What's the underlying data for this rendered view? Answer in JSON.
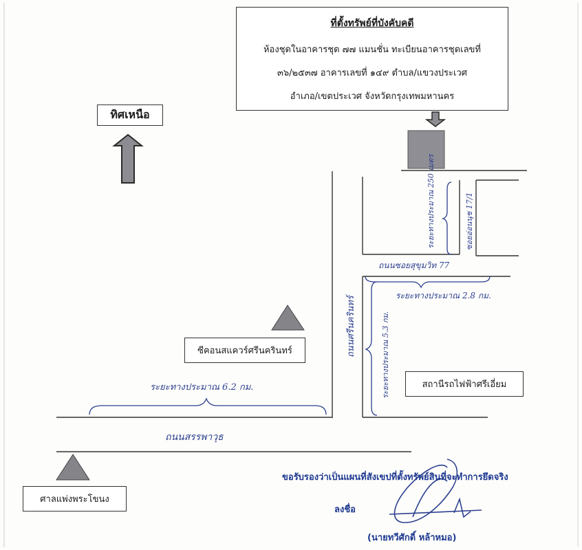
{
  "property_box": {
    "title": "ที่ตั้งทรัพย์ที่บังคับคดี",
    "line1": "ห้องชุดในอาคารชุด ๗๗ แมนชั่น  ทะเบียนอาคารชุดเลขที่",
    "line2": "๓๖/๒๕๓๗  อาคารเลขที่ ๑๔๙  ตำบล/แขวงประเวศ",
    "line3": "อำเภอ/เขตประเวศ  จังหวัดกรุงเทพมหานคร"
  },
  "north_label": "ทิศเหนือ",
  "landmarks": {
    "seacon": "ซีคอนสแควร์ศรีนครินทร์",
    "station": "สถานีรถไฟฟ้าศรีเอี่ยม",
    "court": "ศาลแพ่งพระโขนง"
  },
  "handwriting": {
    "srinagarindra_road": "ถนนศรีนครินทร์",
    "sukhumvit_77_road": "ถนนซอยสุขุมวิท 77",
    "soi_name": "ซอยอ่อนนุช 17/1",
    "distance_250m": "ระยะทางประมาณ 250 เมตร",
    "distance_2_8km": "ระยะทางประมาณ 2.8 กม.",
    "distance_5_3km": "ระยะทางประมาณ 5.3 กม.",
    "distance_6_2km": "ระยะทางประมาณ 6.2 กม.",
    "bangna_trat_road": "ถนนสรรพาวุธ"
  },
  "certification": {
    "statement": "ขอรับรองว่าเป็นแผนที่สังเขปที่ตั้งทรัพย์สินที่จะทำการยึดจริง",
    "sign_label": "ลงชื่อ",
    "signer_name": "(นายทวีศักดิ์  หล้าหมอ)"
  },
  "colors": {
    "ink": "#333333",
    "marker_fill": "#848489",
    "property_fill": "#8e8e94",
    "pen_blue": "#2c3f8f",
    "stamp_blue": "#1d3890"
  }
}
